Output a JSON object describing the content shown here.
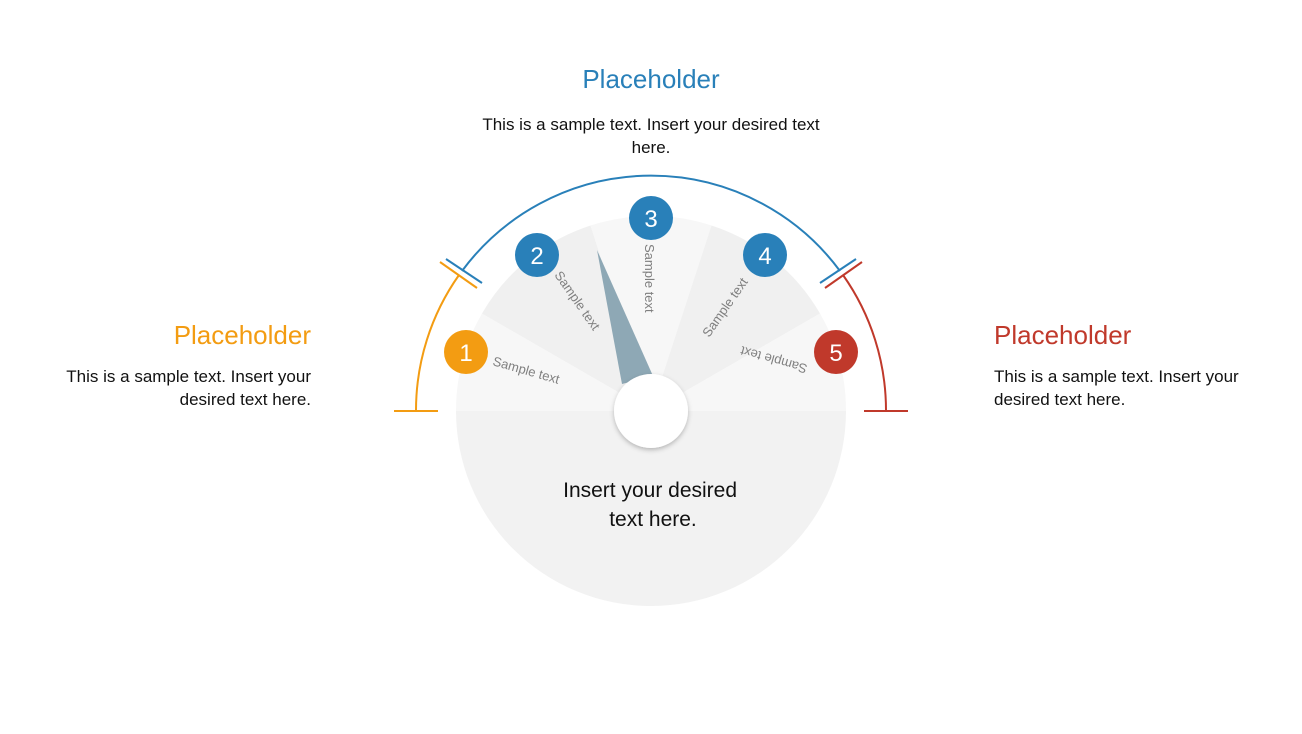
{
  "colors": {
    "orange": "#f39c12",
    "blue": "#2980b9",
    "red": "#c0392b",
    "needle": "#8ea8b5",
    "disc": "#f2f2f2",
    "sector_light": "#f7f7f7",
    "sector_dark": "#f0f0f0",
    "label": "#7f7f7f"
  },
  "top": {
    "title": "Placeholder",
    "description": "This is a sample text. Insert your desired text here."
  },
  "left": {
    "title": "Placeholder",
    "description": "This is a sample text. Insert your desired text here."
  },
  "right": {
    "title": "Placeholder",
    "description": "This is a sample text. Insert your desired text here."
  },
  "gauge": {
    "center_text": [
      "Insert your desired",
      "text here."
    ],
    "segments": [
      {
        "number": "1",
        "label": "Sample text",
        "color": "#f39c12"
      },
      {
        "number": "2",
        "label": "Sample text",
        "color": "#2980b9"
      },
      {
        "number": "3",
        "label": "Sample text",
        "color": "#2980b9"
      },
      {
        "number": "4",
        "label": "Sample text",
        "color": "#2980b9"
      },
      {
        "number": "5",
        "label": "Sample text",
        "color": "#c0392b"
      }
    ],
    "needle_icon": "needle-pointer"
  }
}
